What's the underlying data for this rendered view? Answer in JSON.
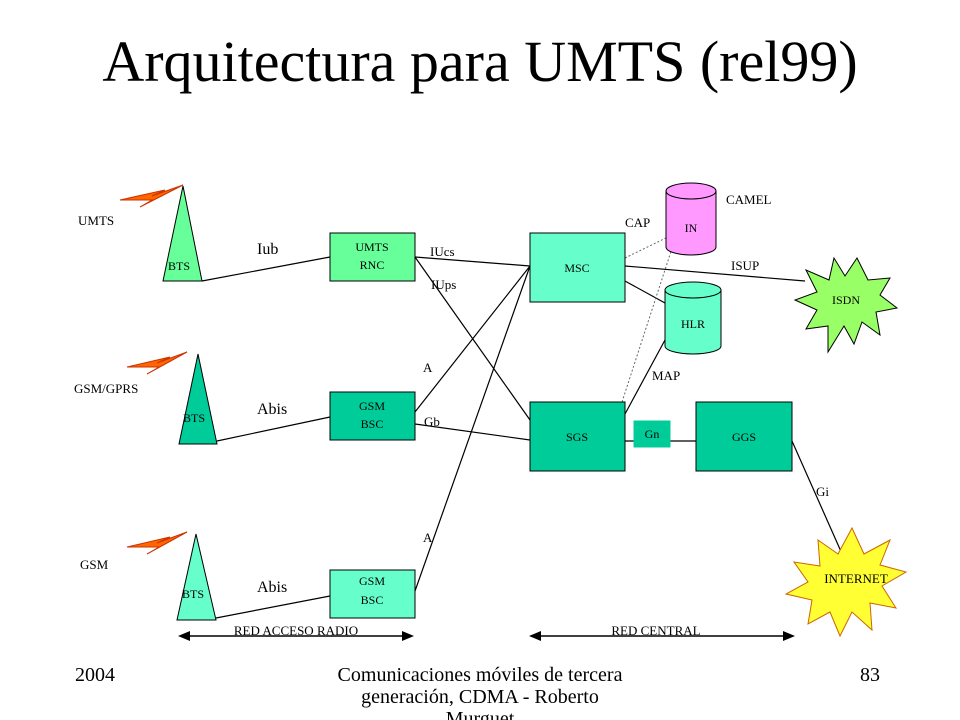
{
  "slide": {
    "title": "Arquitectura para UMTS (rel99)",
    "footer_left": "2004",
    "footer_center": "Comunicaciones móviles de tercera generación, CDMA - Roberto Murguet",
    "footer_right": "83"
  },
  "diagram": {
    "access_labels": {
      "umts": "UMTS",
      "gsm_gprs": "GSM/GPRS",
      "gsm": "GSM"
    },
    "bts_label": "BTS",
    "iub": "Iub",
    "abis": "Abis",
    "umts_rnc": [
      "UMTS",
      "RNC"
    ],
    "gsm_bsc": [
      "GSM",
      "BSC"
    ],
    "msc": "MSC",
    "sgs": "SGS",
    "ggs": "GGS",
    "in": "IN",
    "hlr": "HLR",
    "isdn": "ISDN",
    "internet": "INTERNET",
    "iu_cs": "IUcs",
    "iu_ps": "IUps",
    "a": "A",
    "gb": "Gb",
    "gn": "Gn",
    "gi": "Gi",
    "cap": "CAP",
    "camel": "CAMEL",
    "isup": "ISUP",
    "map": "MAP",
    "red_acceso": "RED ACCESO RADIO",
    "red_central": "RED CENTRAL"
  },
  "colors": {
    "rnc": "#66ff99",
    "bsc": "#00cc99",
    "msc": "#66ffcc",
    "sgs": "#00cc99",
    "ggs": "#00cc99",
    "in": "#ff99ff",
    "hlr": "#66ffcc",
    "isdn": "#99ff66",
    "internet": "#ffff33",
    "lightning": "#ff6600"
  }
}
